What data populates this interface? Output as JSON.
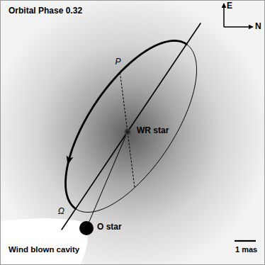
{
  "diagram": {
    "title": "Orbital Phase 0.32",
    "nodes": [
      {
        "text": [
          "WR star"
        ]
      },
      {
        "text": [
          "O star"
        ]
      }
    ],
    "edges": [
      {
        "from": 0,
        "to": 1,
        "arrow": "none"
      }
    ],
    "labels": [
      "E",
      "N",
      "P",
      "Ω",
      "Wind blown cavity",
      "1 mas"
    ]
  }
}
